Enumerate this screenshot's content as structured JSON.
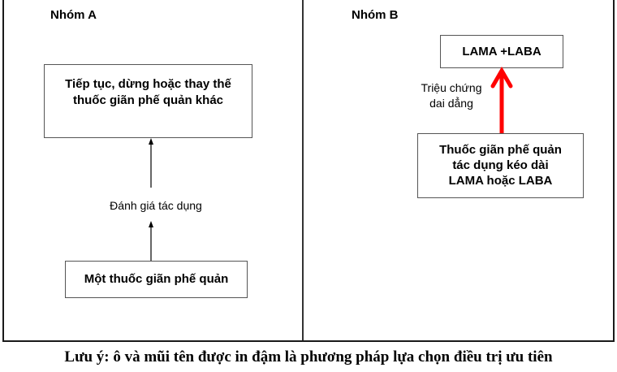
{
  "panels": {
    "group_a": {
      "title": "Nhóm A",
      "top_box": {
        "lines": [
          "Tiếp tục, dừng hoặc thay thế",
          "thuốc giãn phế quản khác"
        ]
      },
      "arrow_label": "Đánh giá tác dụng",
      "bottom_box": {
        "lines": [
          "Một thuốc giãn phế quản"
        ]
      },
      "arrow_color": "#000000"
    },
    "group_b": {
      "title": "Nhóm B",
      "top_box": {
        "lines": [
          "LAMA +LABA"
        ]
      },
      "arrow_label": {
        "lines": [
          "Triệu chứng",
          "dai dẳng"
        ]
      },
      "bottom_box": {
        "lines": [
          "Thuốc giãn phế quản",
          "tác dụng kéo dài",
          "LAMA hoặc LABA"
        ]
      },
      "arrow_color": "#ff0000",
      "arrow_emphasized": true
    }
  },
  "footnote": "Lưu ý: ô và mũi tên được in đậm là phương pháp lựa chọn điều trị ưu tiên"
}
